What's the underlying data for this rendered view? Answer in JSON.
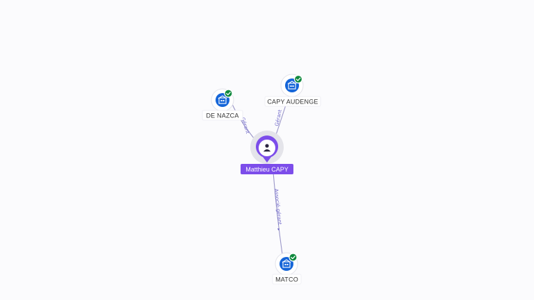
{
  "graph": {
    "center": {
      "name": "Matthieu CAPY",
      "icon": "person-icon",
      "color": "#7c4dea"
    },
    "companies": [
      {
        "id": "de-nazca",
        "name": "DE NAZCA",
        "verified": true,
        "icon": "building-icon"
      },
      {
        "id": "capy-audenge",
        "name": "CAPY AUDENGE",
        "verified": true,
        "icon": "building-icon"
      },
      {
        "id": "matco",
        "name": "MATCO",
        "verified": true,
        "icon": "building-icon"
      }
    ],
    "edges": [
      {
        "from": "Matthieu CAPY",
        "to": "DE NAZCA",
        "label": "Gérant"
      },
      {
        "from": "Matthieu CAPY",
        "to": "CAPY AUDENGE",
        "label": "Gérant"
      },
      {
        "from": "Matthieu CAPY",
        "to": "MATCO",
        "label": "Associé-gérant"
      }
    ],
    "colors": {
      "company": "#1565d8",
      "verified": "#10893e",
      "edge": "#9a96c8",
      "edge_label": "#6f67c9"
    }
  }
}
